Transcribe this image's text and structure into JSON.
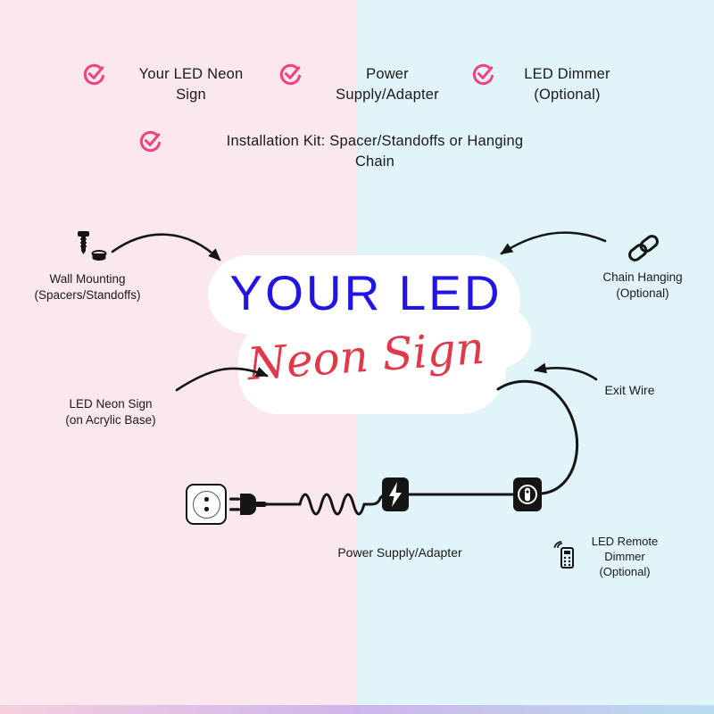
{
  "background": {
    "left_color": "#fbe7ee",
    "right_color": "#e0f4f9",
    "accent_pink": "#f2447c",
    "wire_color": "#151515"
  },
  "checklist": {
    "item1": {
      "line1": "Your LED Neon",
      "line2": "Sign"
    },
    "item2": {
      "line1": "Power",
      "line2": "Supply/Adapter"
    },
    "item3": {
      "line1": "LED Dimmer",
      "line2": "(Optional)"
    },
    "item4": {
      "line1": "Installation Kit: Spacer/Standoffs or Hanging",
      "line2": "Chain"
    }
  },
  "sign": {
    "title": "YOUR LED",
    "subtitle": "Neon Sign",
    "title_color": "#2114e4",
    "subtitle_color": "#e0394a"
  },
  "callouts": {
    "wall": {
      "line1": "Wall Mounting",
      "line2": "(Spacers/Standoffs)"
    },
    "chain": {
      "line1": "Chain Hanging",
      "line2": "(Optional)"
    },
    "neon": {
      "line1": "LED Neon Sign",
      "line2": "(on Acrylic Base)"
    },
    "exit_wire": "Exit Wire",
    "power_supply": "Power Supply/Adapter",
    "remote": {
      "line1": "LED Remote",
      "line2": "Dimmer",
      "line3": "(Optional)"
    }
  }
}
